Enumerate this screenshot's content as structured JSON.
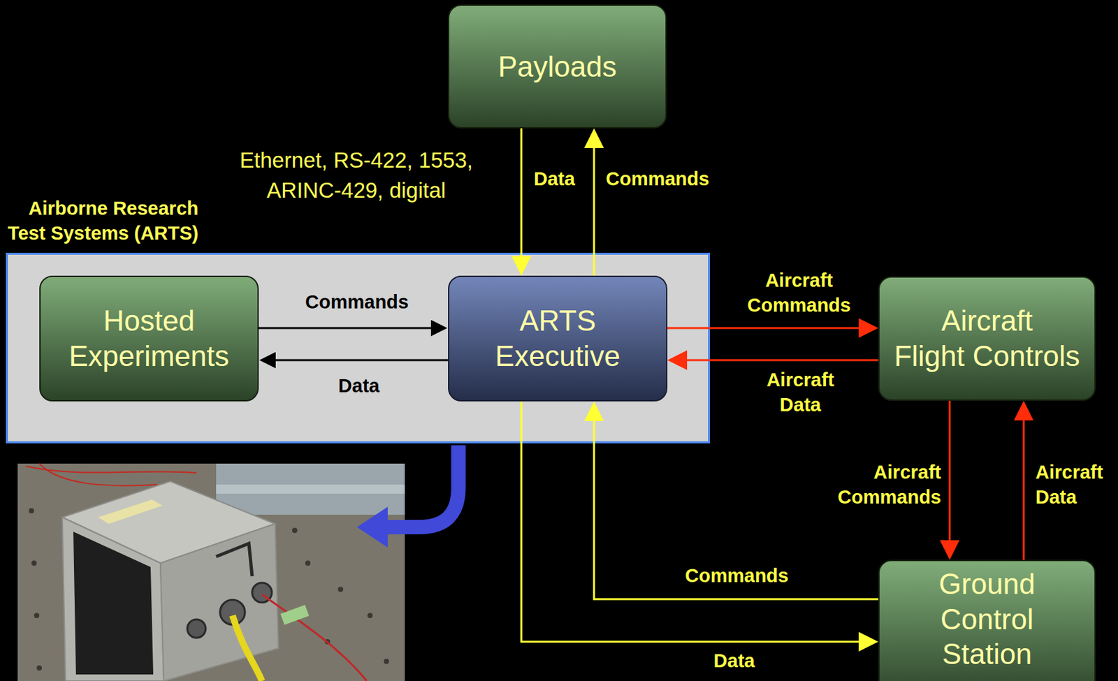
{
  "diagram": {
    "nodes": [
      {
        "text": [
          "Payloads"
        ]
      },
      {
        "text": [
          "Airborne Research Test Systems (ARTS)"
        ]
      },
      {
        "text": [
          "Hosted Experiments"
        ],
        "in": 1
      },
      {
        "text": [
          "ARTS Executive"
        ],
        "in": 1
      },
      {
        "text": [
          "Aircraft Flight Controls"
        ]
      },
      {
        "text": [
          "Ground Control Station"
        ]
      }
    ],
    "edges": [
      {
        "from": 0,
        "to": 3,
        "label": "Data",
        "arrow": "to"
      },
      {
        "from": 3,
        "to": 0,
        "label": "Commands",
        "arrow": "to"
      },
      {
        "from": 2,
        "to": 3,
        "label": "Commands",
        "arrow": "to"
      },
      {
        "from": 3,
        "to": 2,
        "label": "Data",
        "arrow": "to"
      },
      {
        "from": 3,
        "to": 4,
        "label": "Aircraft Commands",
        "arrow": "to"
      },
      {
        "from": 4,
        "to": 3,
        "label": "Aircraft Data",
        "arrow": "to"
      },
      {
        "from": 4,
        "to": 5,
        "label": "Aircraft Commands",
        "arrow": "to"
      },
      {
        "from": 5,
        "to": 4,
        "label": "Aircraft Data",
        "arrow": "to"
      },
      {
        "from": 5,
        "to": 3,
        "label": "Commands",
        "arrow": "to"
      },
      {
        "from": 3,
        "to": 5,
        "label": "Data",
        "arrow": "to"
      }
    ],
    "labels": [
      "Ethernet, RS-422, 1553, ARINC-429, digital"
    ]
  }
}
